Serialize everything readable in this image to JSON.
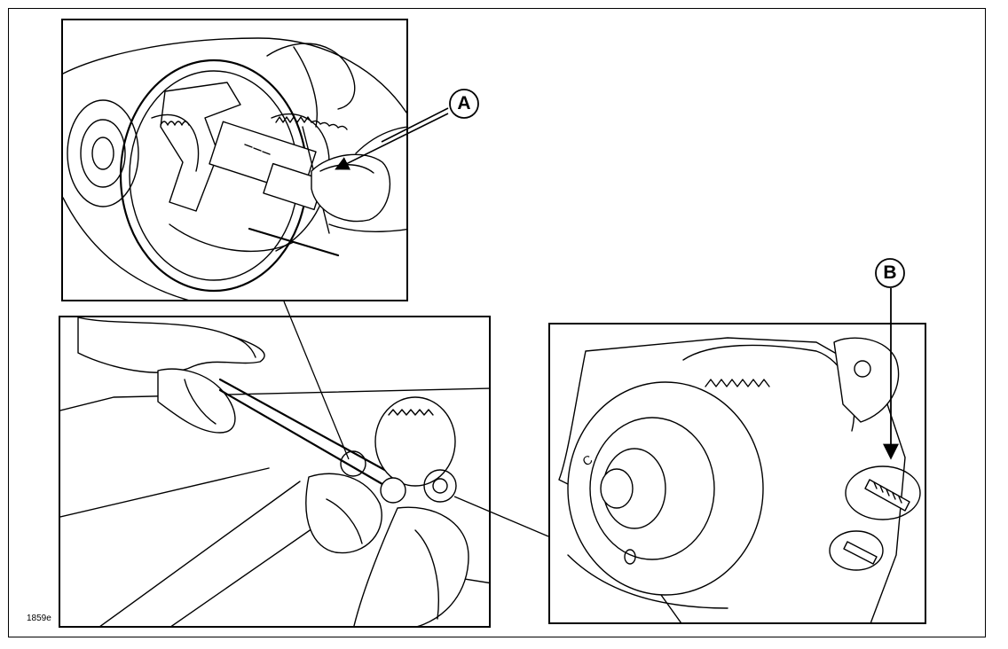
{
  "callouts": {
    "a_label": "A",
    "b_label": "B"
  },
  "figure": {
    "reference_code": "1859e"
  }
}
